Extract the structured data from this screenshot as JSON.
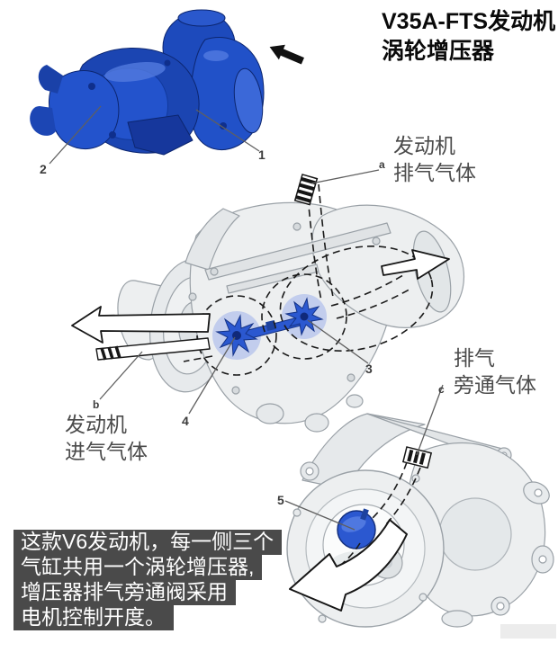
{
  "title": {
    "line1": "V35A-FTS发动机",
    "line2": "涡轮增压器"
  },
  "callouts": {
    "exhaust_in": {
      "key": "a",
      "line1": "发动机",
      "line2": "排气气体"
    },
    "intake": {
      "key": "b",
      "line1": "发动机",
      "line2": "进气气体"
    },
    "bypass": {
      "key": "c",
      "line1": "排气",
      "line2": "旁通气体"
    }
  },
  "part_numbers": {
    "n1": "1",
    "n2": "2",
    "n3": "3",
    "n4": "4",
    "n5": "5"
  },
  "caption": {
    "line1": "这款V6发动机，每一侧三个",
    "line2": "气缸共用一个涡轮增压器,",
    "line3": "增压器排气旁通阀采用",
    "line4": "电机控制开度。"
  },
  "icons": {
    "pointer_arrow": "black-arrow-pointing-to-turbo",
    "exhaust_out_arrow": "hollow-arrow-right",
    "intake_out_arrow": "hollow-arrow-left",
    "bypass_out_arrow": "hollow-curved-arrow-down-left",
    "flow_cut_markers": "striped-flow-section-markers"
  },
  "colors": {
    "turbo_blue": "#2151c8",
    "turbo_blue_dark": "#12348e",
    "part_gray": "#edeff0",
    "outline_gray": "#9aa1a7",
    "caption_bg": "#4a4a4a",
    "caption_text": "#ffffff",
    "annotation_text": "#4b4b4b"
  }
}
